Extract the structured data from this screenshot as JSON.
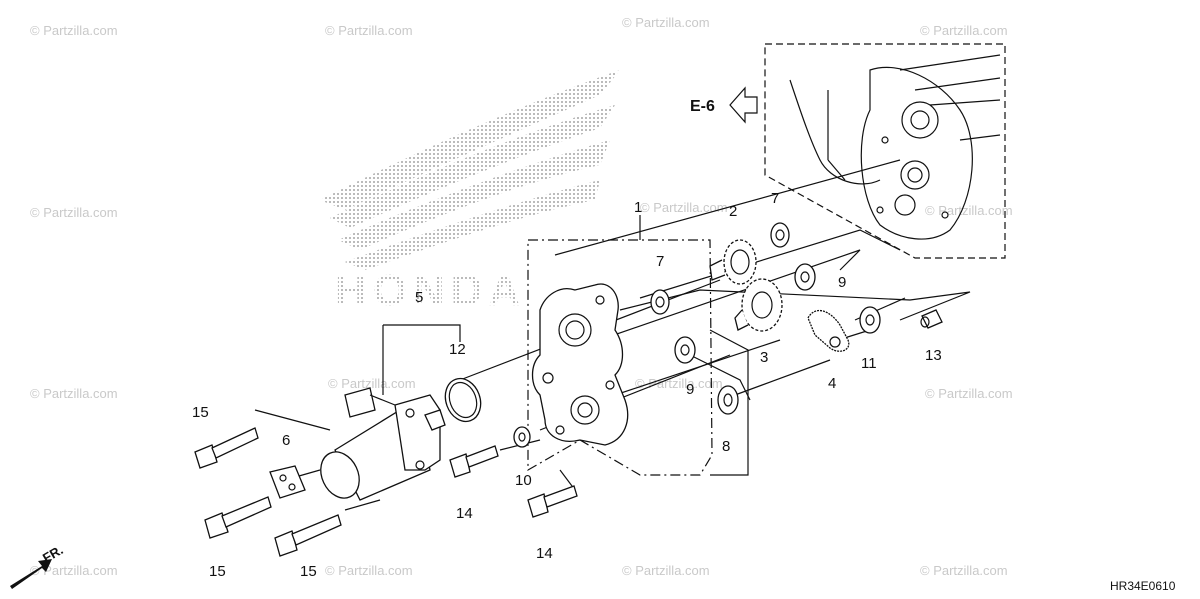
{
  "watermark": "© Partzilla.com",
  "logo_text": "HONDA",
  "reference_arrow_label": "E-6",
  "front_arrow_label": "FR.",
  "diagram_code": "HR34E0610",
  "callouts": {
    "c1": "1",
    "c2": "2",
    "c3": "3",
    "c4": "4",
    "c5": "5",
    "c6": "6",
    "c7a": "7",
    "c7b": "7",
    "c8": "8",
    "c9a": "9",
    "c9b": "9",
    "c10": "10",
    "c11": "11",
    "c12": "12",
    "c13": "13",
    "c14a": "14",
    "c14b": "14",
    "c15a": "15",
    "c15b": "15",
    "c15c": "15"
  },
  "colors": {
    "line": "#111111",
    "watermark": "#c9c9c9",
    "logo_dots": "#8a8a8a"
  }
}
